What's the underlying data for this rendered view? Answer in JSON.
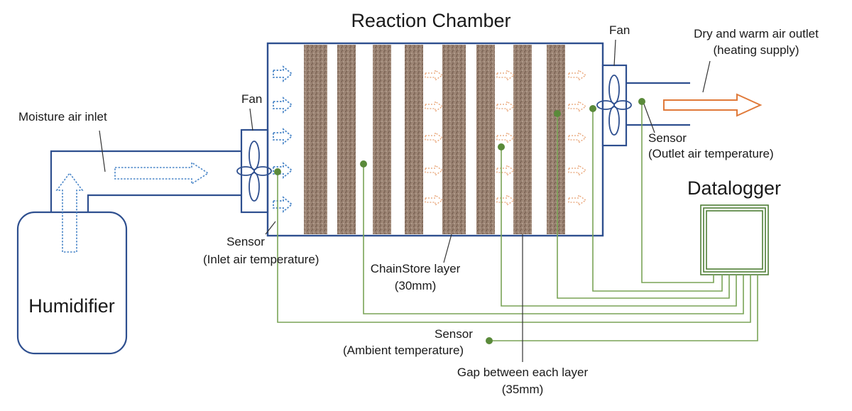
{
  "title": "Reaction Chamber",
  "labels": {
    "fan_inlet": "Fan",
    "fan_outlet": "Fan",
    "moisture_inlet": "Moisture air inlet",
    "outlet_line1": "Dry and warm air outlet",
    "outlet_line2": "(heating supply)",
    "sensor_outlet_line1": "Sensor",
    "sensor_outlet_line2": "(Outlet air temperature)",
    "datalogger": "Datalogger",
    "sensor_inlet_line1": "Sensor",
    "sensor_inlet_line2": "(Inlet air temperature)",
    "layer_line1": "ChainStore layer",
    "layer_line2": "(30mm)",
    "humidifier": "Humidifier",
    "sensor_ambient_line1": "Sensor",
    "sensor_ambient_line2": "(Ambient temperature)",
    "gap_line1": "Gap between each layer",
    "gap_line2": "(35mm)"
  },
  "colors": {
    "frame": "#2e4f8f",
    "sensor_wire": "#7aa457",
    "sensor_dot": "#5a8a3a",
    "hot_air": "#e07a3a",
    "layer_fill": "#9a8272"
  },
  "icons": [
    "fan-icon",
    "sensor-dot-icon",
    "air-arrow-icon",
    "datalogger-icon"
  ]
}
